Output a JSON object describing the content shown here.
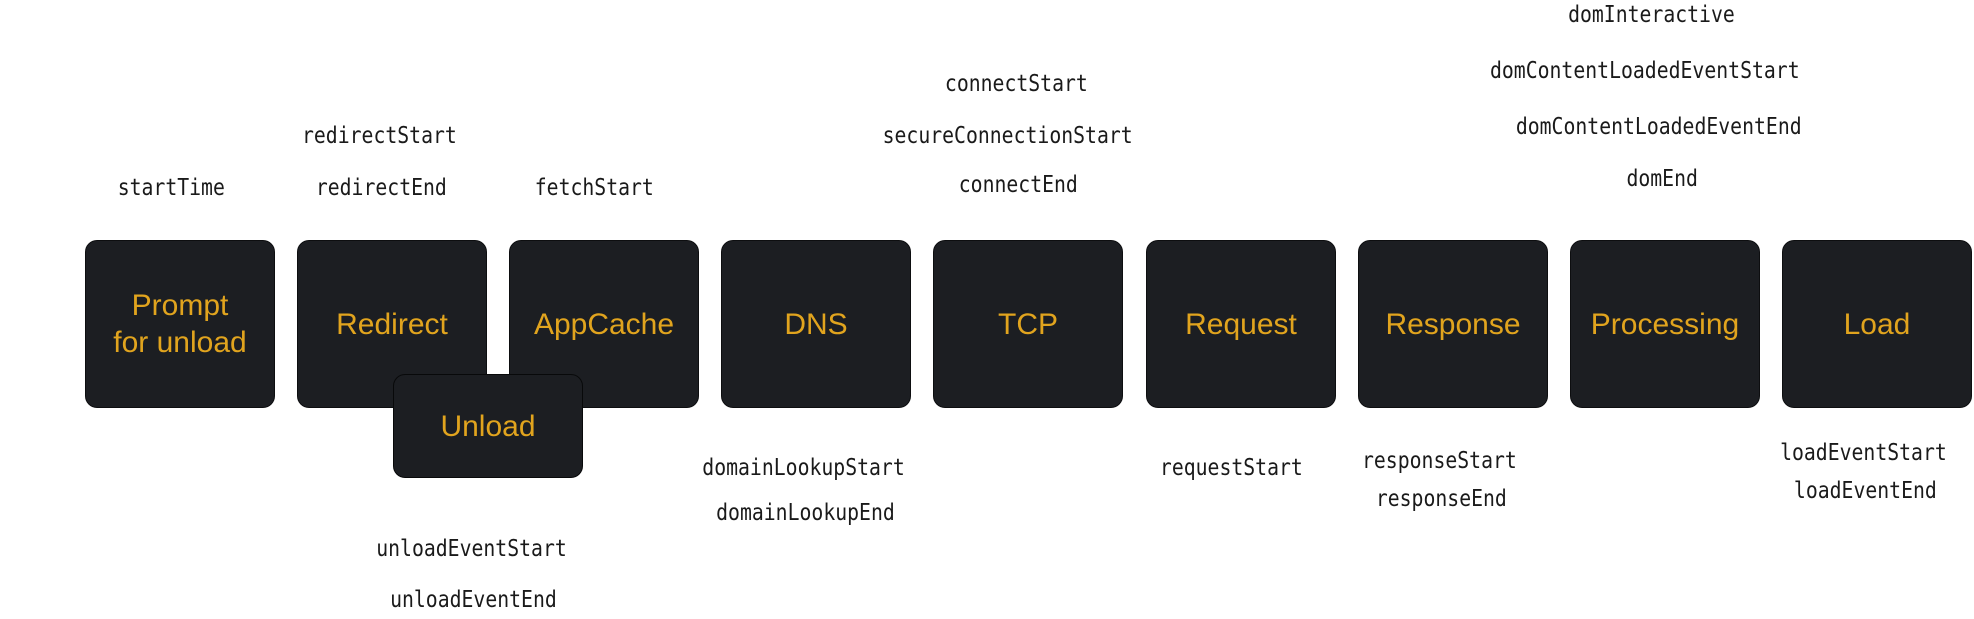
{
  "stages": {
    "prompt_for_unload": "Prompt\nfor unload",
    "redirect": "Redirect",
    "appcache": "AppCache",
    "dns": "DNS",
    "tcp": "TCP",
    "request": "Request",
    "response": "Response",
    "processing": "Processing",
    "load": "Load",
    "unload": "Unload"
  },
  "timing_labels": {
    "start_time": "startTime",
    "redirect_start": "redirectStart",
    "redirect_end": "redirectEnd",
    "fetch_start": "fetchStart",
    "connect_start": "connectStart",
    "secure_connection_start": "secureConnectionStart",
    "connect_end": "connectEnd",
    "dom_interactive": "domInteractive",
    "dom_content_loaded_event_start": "domContentLoadedEventStart",
    "dom_content_loaded_event_end": "domContentLoadedEventEnd",
    "dom_end": "domEnd",
    "domain_lookup_start": "domainLookupStart",
    "domain_lookup_end": "domainLookupEnd",
    "request_start": "requestStart",
    "response_start": "responseStart",
    "response_end": "responseEnd",
    "load_event_start": "loadEventStart",
    "load_event_end": "loadEventEnd",
    "unload_event_start": "unloadEventStart",
    "unload_event_end": "unloadEventEnd"
  },
  "colors": {
    "stage_fill": "#1c1e22",
    "stage_text": "#e1a41e",
    "label_text": "#1a1a1a"
  }
}
